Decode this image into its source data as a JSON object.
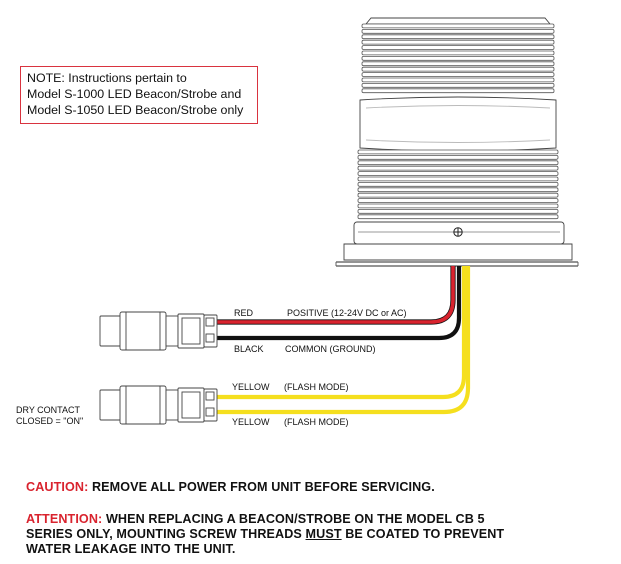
{
  "note": {
    "line1": "NOTE: Instructions pertain to",
    "line2": "Model S-1000 LED Beacon/Strobe and",
    "line3": "Model S-1050 LED Beacon/Strobe only"
  },
  "wires": {
    "red_label": "RED",
    "red_desc": "POSITIVE (12-24V DC or AC)",
    "black_label": "BLACK",
    "black_desc": "COMMON (GROUND)",
    "yellow1_label": "YELLOW",
    "yellow1_desc": "(FLASH MODE)",
    "yellow2_label": "YELLOW",
    "yellow2_desc": "(FLASH MODE)"
  },
  "dry_contact": {
    "line1": "DRY CONTACT",
    "line2": "CLOSED = \"ON\""
  },
  "caution": {
    "tag": "CAUTION:",
    "text": "REMOVE ALL POWER FROM UNIT BEFORE SERVICING."
  },
  "attention": {
    "tag": "ATTENTION:",
    "text1": "WHEN REPLACING A BEACON/STROBE ON THE MODEL CB 5",
    "text2a": "SERIES ONLY, MOUNTING SCREW THREADS ",
    "text2b": "MUST",
    "text2c": " BE COATED TO PREVENT",
    "text3": "WATER LEAKAGE INTO THE UNIT."
  },
  "colors": {
    "red_wire": "#d9232e",
    "black_wire": "#111111",
    "yellow_wire": "#f5df1e",
    "warning_red": "#d9232e",
    "note_border": "#d9333f"
  },
  "icons": {
    "mount_screw": "crosshair-screw-icon"
  }
}
